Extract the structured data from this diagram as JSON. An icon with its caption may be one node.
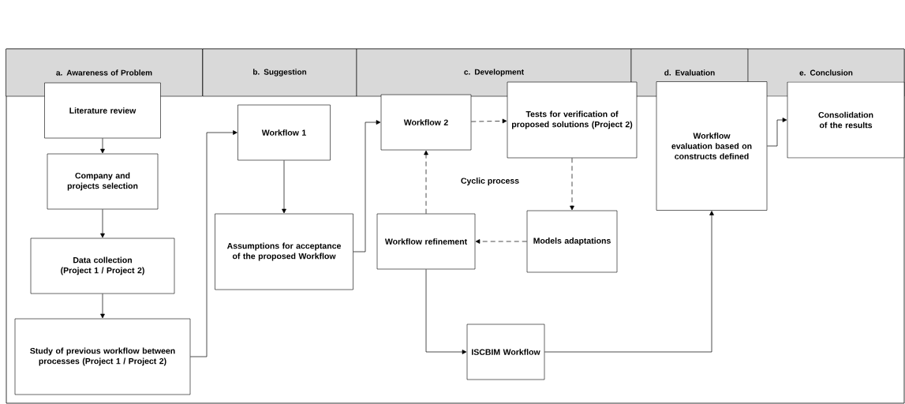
{
  "diagram": {
    "nodes": [
      {
        "text": [
          "a. Awareness of Problem"
        ]
      },
      {
        "text": [
          "b. Suggestion"
        ]
      },
      {
        "text": [
          "c. Development"
        ]
      },
      {
        "text": [
          "d. Evaluation"
        ]
      },
      {
        "text": [
          "e. Conclusion"
        ]
      },
      {
        "text": [
          "Literature review"
        ]
      },
      {
        "text": [
          "Company and projects selection"
        ]
      },
      {
        "text": [
          "Data collection (Project 1 / Project 2)"
        ]
      },
      {
        "text": [
          "Study of previous workflow between processes (Project 1 / Project 2)"
        ]
      },
      {
        "text": [
          "Workflow 1"
        ]
      },
      {
        "text": [
          "Assumptions for acceptance of the proposed Workflow"
        ]
      },
      {
        "text": [
          "Workflow 2"
        ]
      },
      {
        "text": [
          "Tests for verification of proposed solutions (Project 2)"
        ]
      },
      {
        "text": [
          "Workflow refinement"
        ]
      },
      {
        "text": [
          "Models adaptations"
        ]
      },
      {
        "text": [
          "ISCBIM Workflow"
        ]
      },
      {
        "text": [
          "Workflow evaluation based on constructs defined"
        ]
      },
      {
        "text": [
          "Consolidation of the results"
        ]
      }
    ],
    "edges": [
      {
        "from": 5,
        "to": 6,
        "arrow": "to"
      },
      {
        "from": 6,
        "to": 7,
        "arrow": "to"
      },
      {
        "from": 7,
        "to": 8,
        "arrow": "to"
      },
      {
        "from": 8,
        "to": 9,
        "arrow": "to"
      },
      {
        "from": 9,
        "to": 10,
        "arrow": "to"
      },
      {
        "from": 10,
        "to": 11,
        "arrow": "to"
      },
      {
        "from": 11,
        "to": 12,
        "arrow": "to",
        "style": "dashed"
      },
      {
        "from": 12,
        "to": 14,
        "arrow": "to",
        "style": "dashed"
      },
      {
        "from": 14,
        "to": 13,
        "arrow": "to",
        "style": "dashed"
      },
      {
        "from": 13,
        "to": 11,
        "arrow": "to",
        "style": "dashed"
      },
      {
        "from": 13,
        "to": 15,
        "arrow": "to"
      },
      {
        "from": 15,
        "to": 16,
        "arrow": "to"
      },
      {
        "from": 16,
        "to": 17,
        "arrow": "to"
      }
    ],
    "labels": [
      "Cyclic process"
    ]
  }
}
